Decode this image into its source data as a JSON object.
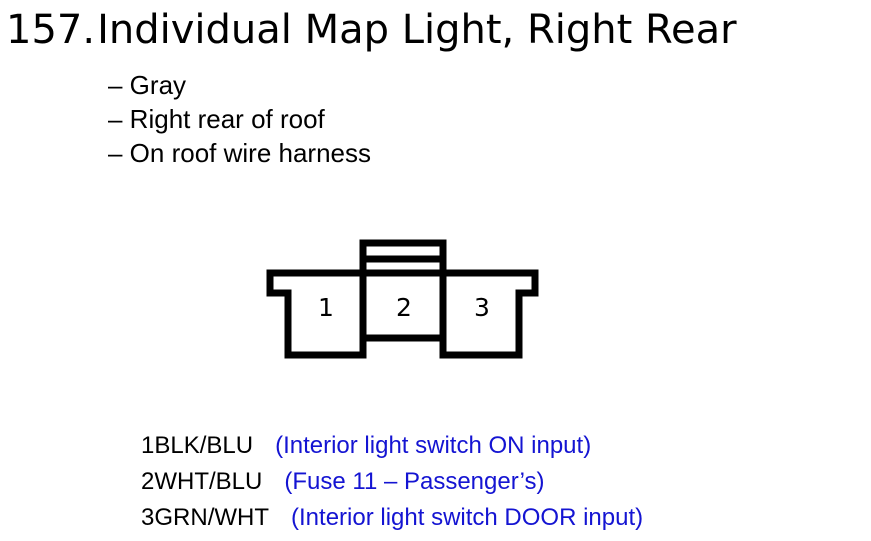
{
  "title": {
    "number": "157.",
    "text": "Individual Map Light, Right Rear"
  },
  "details": [
    "– Gray",
    "– Right rear of roof",
    "– On roof wire harness"
  ],
  "connector": {
    "terminals": [
      "1",
      "2",
      "3"
    ]
  },
  "pins": [
    {
      "id": "1",
      "wire": "BLK/BLU",
      "desc": "(Interior light switch ON input)"
    },
    {
      "id": "2",
      "wire": "WHT/BLU",
      "desc": "(Fuse 11 – Passenger’s)"
    },
    {
      "id": "3",
      "wire": "GRN/WHT",
      "desc": "(Interior light switch DOOR input)"
    }
  ],
  "colors": {
    "description": "#1414d2",
    "line": "#000000"
  }
}
